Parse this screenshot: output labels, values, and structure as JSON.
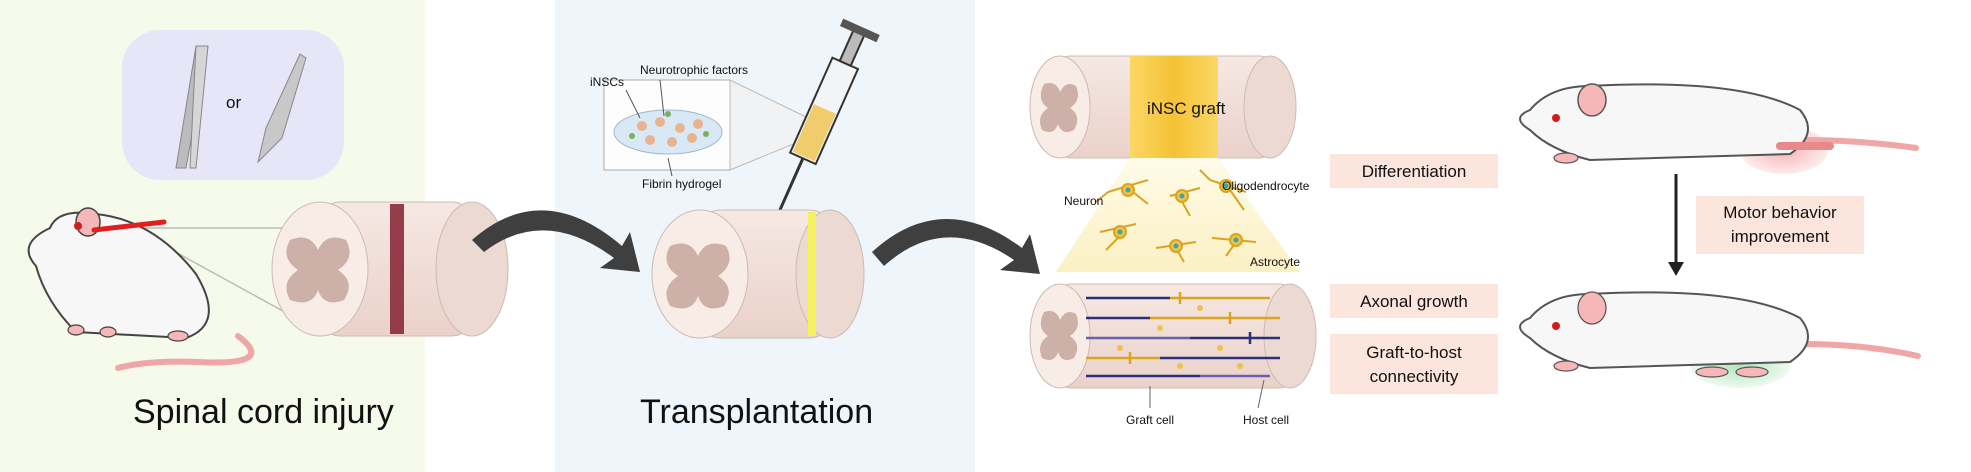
{
  "panels": {
    "injury": {
      "title": "Spinal cord injury",
      "tool_or": "or"
    },
    "transplant": {
      "title": "Transplantation",
      "inset_labels": {
        "cells": "iNSCs",
        "factors": "Neurotrophic factors",
        "gel": "Fibrin hydrogel"
      }
    },
    "outcome": {
      "graft_label": "iNSC graft",
      "cell_types": {
        "neuron": "Neuron",
        "oligo": "Oligodendrocyte",
        "astro": "Astrocyte"
      },
      "steps": {
        "differentiation": "Differentiation",
        "axonal_growth": "Axonal growth",
        "connectivity_line1": "Graft-to-host",
        "connectivity_line2": "connectivity"
      },
      "axon_labels": {
        "graft": "Graft cell",
        "host": "Host cell"
      },
      "motor_line1": "Motor behavior",
      "motor_line2": "improvement"
    }
  },
  "colors": {
    "panel1_bg": "#f5faeb",
    "panel2_bg": "#eef6fc",
    "label_box": "#fbe5dd",
    "graft": "#f7c84a",
    "injury_mark": "#8b2a3a"
  }
}
